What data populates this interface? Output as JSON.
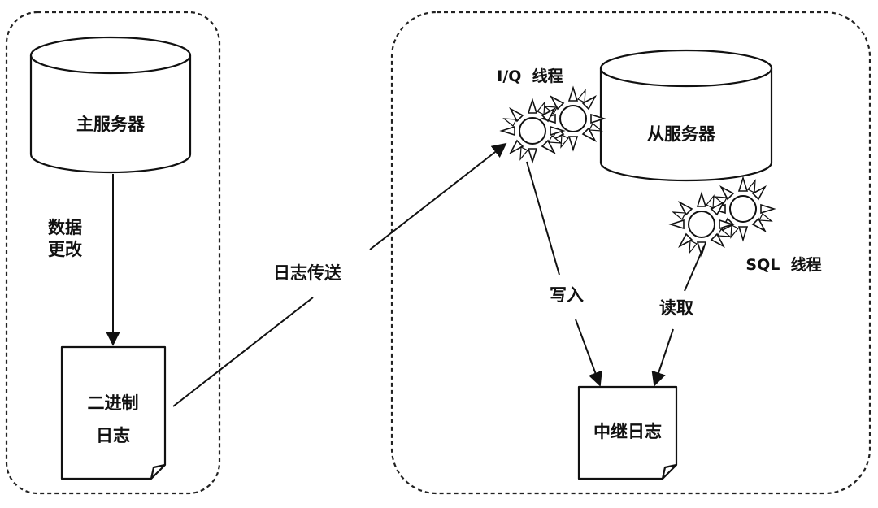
{
  "master": {
    "server_label": "主服务器",
    "data_change_line1": "数据",
    "data_change_line2": "更改",
    "binlog_line1": "二进制",
    "binlog_line2": "日志"
  },
  "log_shipping_label": "日志传送",
  "slave": {
    "server_label": "从服务器",
    "io_thread_label": "I/Q  线程",
    "sql_thread_label": "SQL  线程",
    "write_label": "写入",
    "read_label": "读取",
    "relay_log_label": "中继日志"
  }
}
